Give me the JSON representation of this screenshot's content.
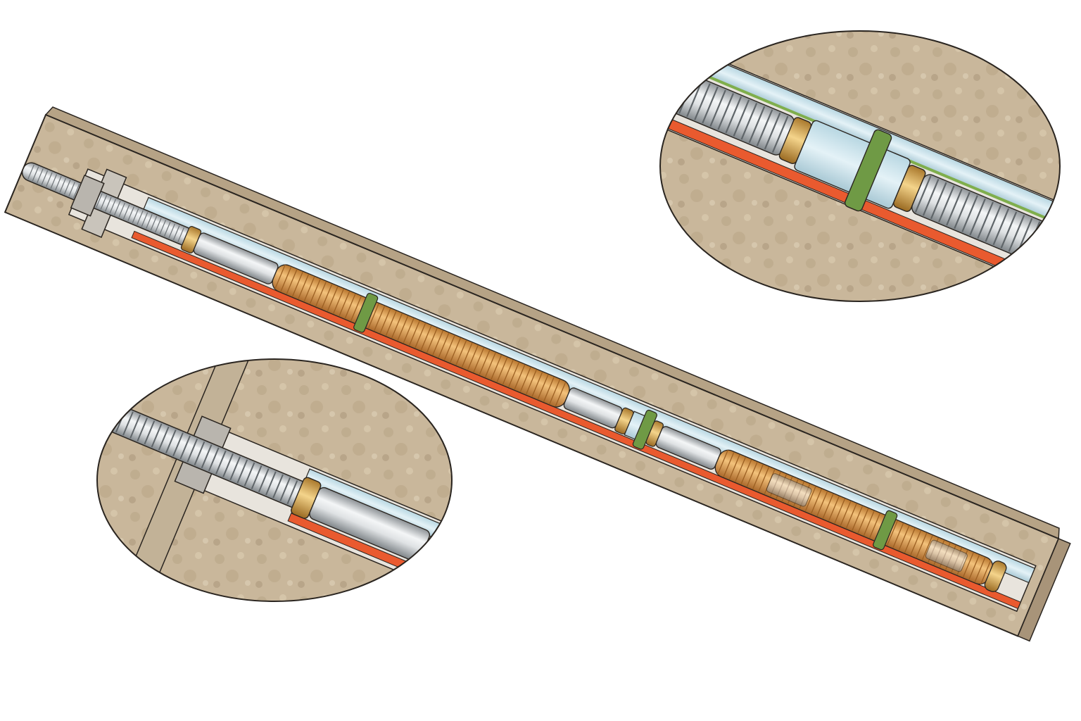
{
  "colors": {
    "background": "#ffffff",
    "ground": "#c9b79b",
    "ground_dark": "#a89479",
    "ground_edge": "#8a7a62",
    "outline": "#2a2520",
    "steel_light": "#f1f3f4",
    "steel_dark": "#8d9296",
    "sheath": "#e8a95a",
    "sheath_dark": "#b7742c",
    "duct": "#cfe6ee",
    "grout_tube": "#e95a2f",
    "spacer": "#6f9a45",
    "coupler": "#e2b25a",
    "anchor_plate": "#b9b5ae",
    "green_line": "#7fae4c"
  },
  "diagram": {
    "subject": "ground-anchor-cross-section",
    "main_view": "inclined-bar-anchor-in-ground",
    "detail_views": [
      "anchor-head-detail",
      "coupler-spacer-detail"
    ]
  }
}
